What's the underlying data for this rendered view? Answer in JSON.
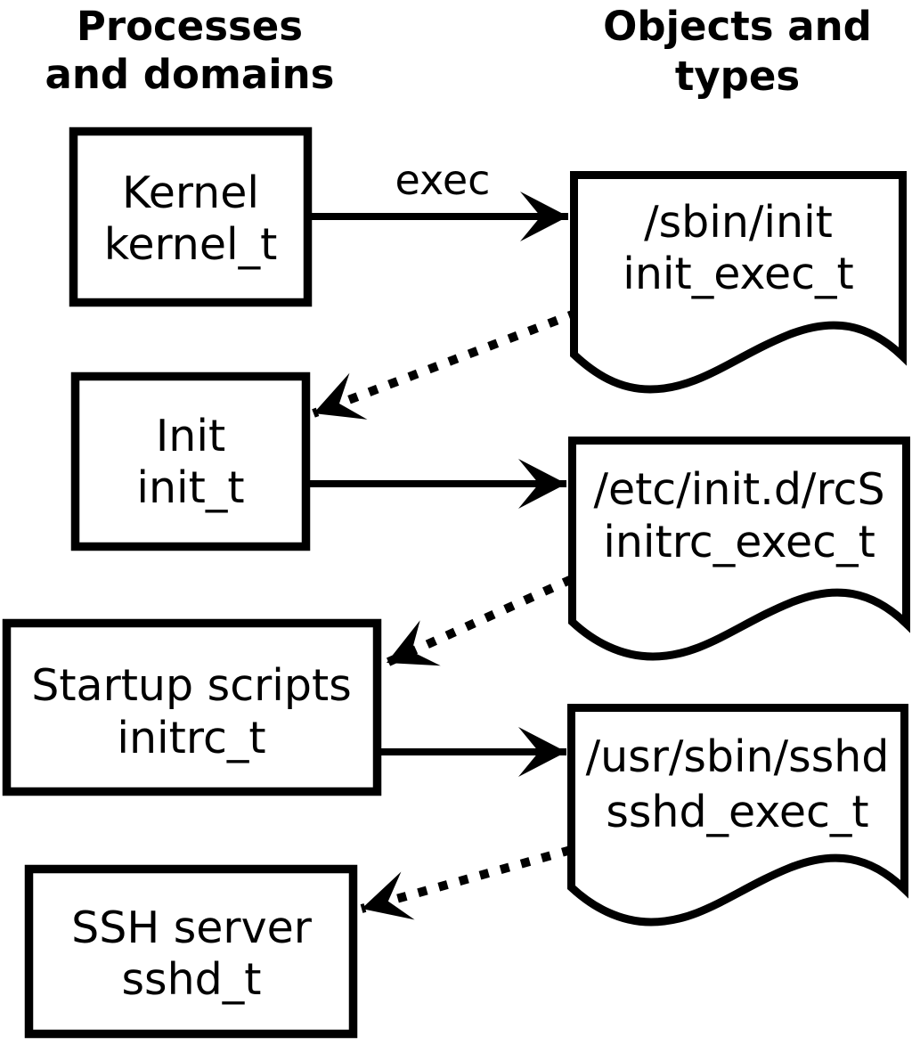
{
  "diagram": {
    "background_color": "#ffffff",
    "line_color": "#000000",
    "headers": {
      "left": {
        "line1": "Processes",
        "line2": "and domains"
      },
      "right": {
        "line1": "Objects and",
        "line2": "types"
      }
    },
    "processes": [
      {
        "name": "Kernel",
        "domain": "kernel_t"
      },
      {
        "name": "Init",
        "domain": "init_t"
      },
      {
        "name": "Startup scripts",
        "domain": "initrc_t"
      },
      {
        "name": "SSH server",
        "domain": "sshd_t"
      }
    ],
    "objects": [
      {
        "path": "/sbin/init",
        "type": "init_exec_t"
      },
      {
        "path": "/etc/init.d/rcS",
        "type": "initrc_exec_t"
      },
      {
        "path": "/usr/sbin/sshd",
        "type": "sshd_exec_t"
      }
    ],
    "edges": {
      "solid": [
        {
          "from": "kernel_t",
          "to": "init_exec_t",
          "label": "exec"
        },
        {
          "from": "init_t",
          "to": "initrc_exec_t",
          "label": ""
        },
        {
          "from": "initrc_t",
          "to": "sshd_exec_t",
          "label": ""
        }
      ],
      "dashed": [
        {
          "from": "init_exec_t",
          "to": "init_t"
        },
        {
          "from": "initrc_exec_t",
          "to": "initrc_t"
        },
        {
          "from": "sshd_exec_t",
          "to": "sshd_t"
        }
      ]
    }
  }
}
